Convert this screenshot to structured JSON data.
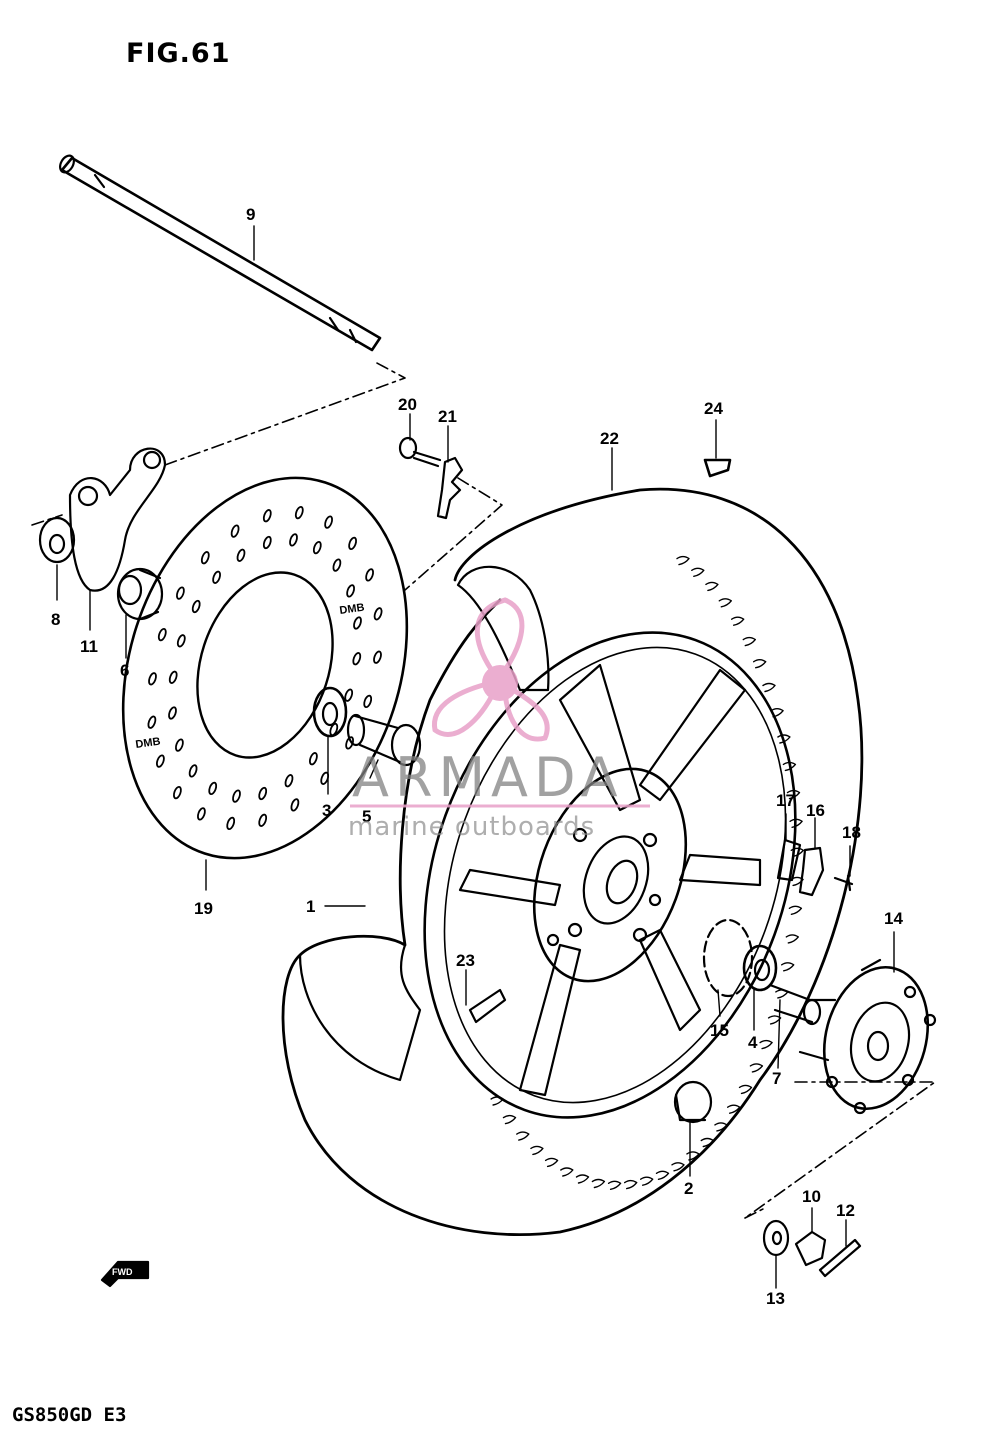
{
  "figure": {
    "title": "FIG.61",
    "model_code": "GS850GD  E3"
  },
  "fwd_label": "FWD",
  "rotor_markings": [
    "DMB",
    "DMB"
  ],
  "watermark": {
    "brand": "ARMADA",
    "tagline": "marine outboards",
    "color": "#e8a0c8"
  },
  "callouts": [
    {
      "num": "1"
    },
    {
      "num": "2"
    },
    {
      "num": "3"
    },
    {
      "num": "4"
    },
    {
      "num": "5"
    },
    {
      "num": "6"
    },
    {
      "num": "7"
    },
    {
      "num": "8"
    },
    {
      "num": "9"
    },
    {
      "num": "10"
    },
    {
      "num": "11"
    },
    {
      "num": "12"
    },
    {
      "num": "13"
    },
    {
      "num": "14"
    },
    {
      "num": "15"
    },
    {
      "num": "16"
    },
    {
      "num": "17"
    },
    {
      "num": "18"
    },
    {
      "num": "19"
    },
    {
      "num": "20"
    },
    {
      "num": "21"
    },
    {
      "num": "22"
    },
    {
      "num": "23"
    },
    {
      "num": "24"
    }
  ]
}
